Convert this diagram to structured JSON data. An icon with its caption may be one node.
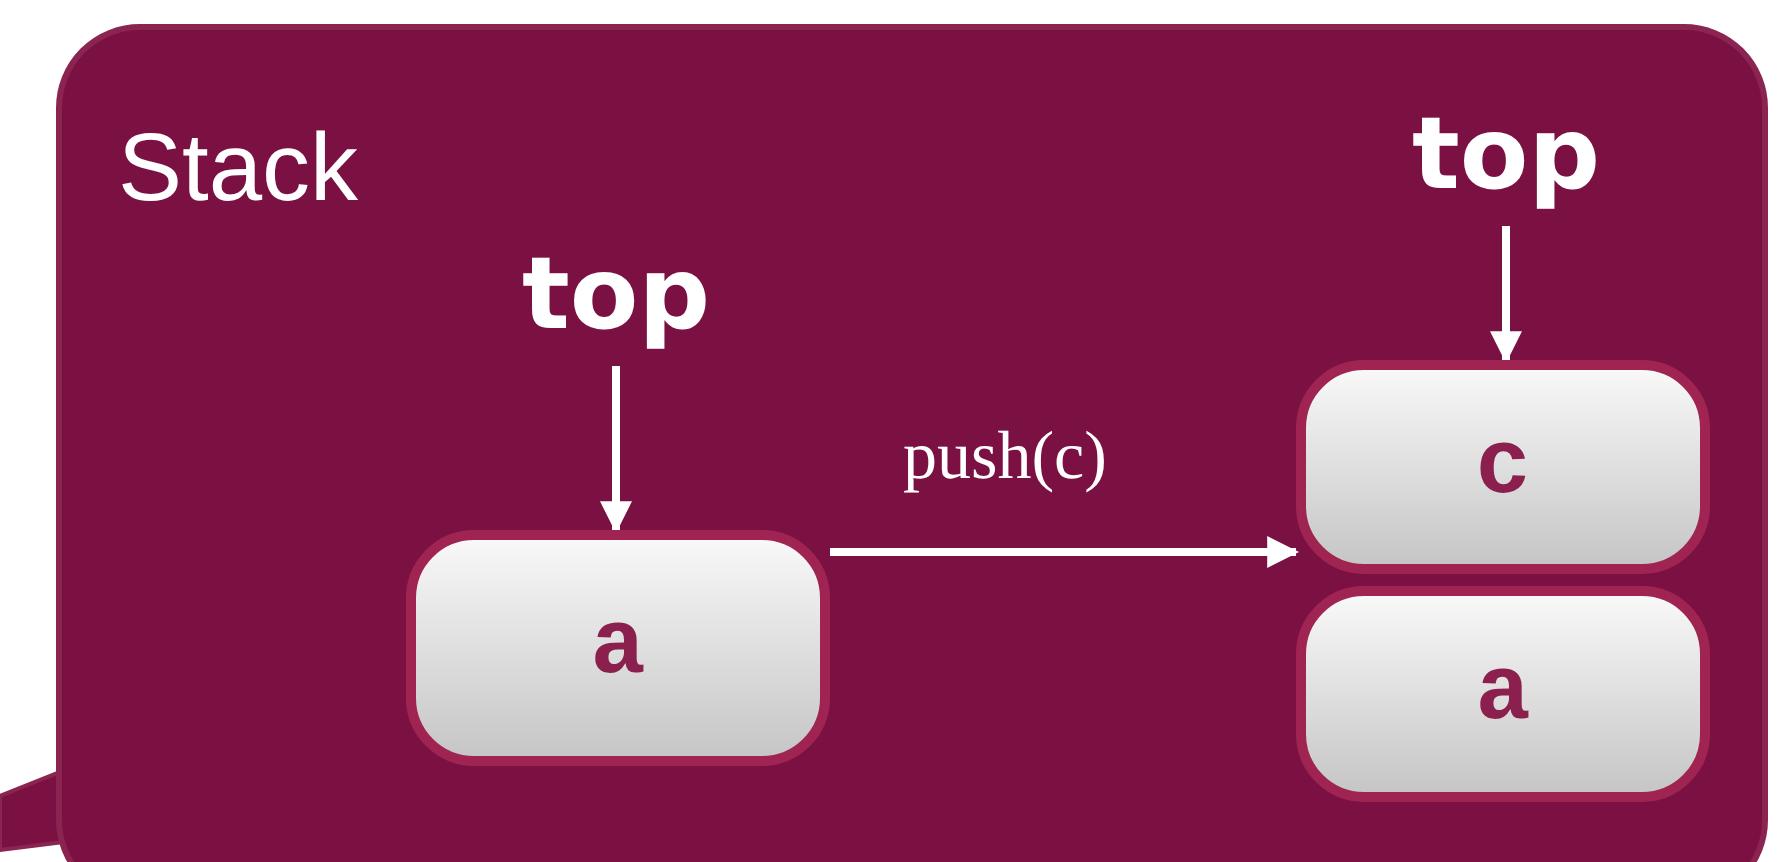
{
  "diagram": {
    "nodes": [
      {
        "text": [
          "Stack"
        ]
      },
      {
        "text": [
          "top"
        ],
        "in": 0
      },
      {
        "text": [
          "a"
        ],
        "in": 0
      },
      {
        "text": [
          "top"
        ],
        "in": 0
      },
      {
        "text": [
          "c"
        ],
        "in": 0
      },
      {
        "text": [
          "a"
        ],
        "in": 0
      }
    ],
    "edges": [
      {
        "from": 1,
        "to": 2,
        "arrow": "to"
      },
      {
        "from": 2,
        "to": 4,
        "arrow": "to",
        "label": "push(c)"
      },
      {
        "from": 3,
        "to": 4,
        "arrow": "to"
      }
    ]
  }
}
